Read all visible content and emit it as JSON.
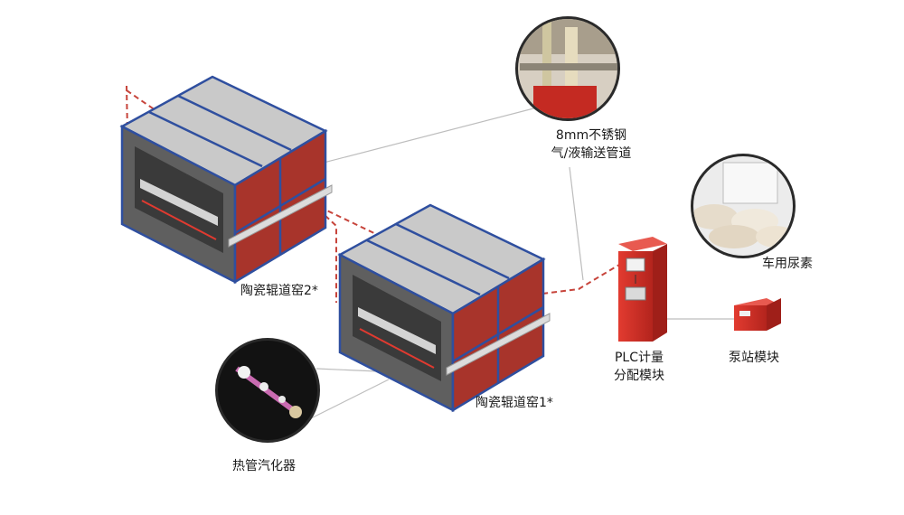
{
  "labels": {
    "kiln2": "陶瓷辊道窑2*",
    "kiln1": "陶瓷辊道窑1*",
    "pipe_line1": "8mm不锈钢",
    "pipe_line2": "气/液输送管道",
    "heat_pipe": "热管汽化器",
    "plc_line1": "PLC计量",
    "plc_line2": "分配模块",
    "pump": "泵站模块",
    "urea": "车用尿素"
  },
  "colors": {
    "kiln_red": "#a8342b",
    "kiln_frame": "#2f4f9f",
    "kiln_roof": "#c9c9c9",
    "kiln_gray": "#7a7a7a",
    "cabinet_red": "#d9322a",
    "pipe": "#c7443b",
    "leader": "#bdbdbd",
    "callout_ring": "#2a2a2a"
  },
  "icons": [
    "kiln-icon",
    "plc-cabinet-icon",
    "pump-station-icon",
    "heat-pipe-photo-icon",
    "urea-bags-photo-icon",
    "pipe-photo-icon"
  ]
}
